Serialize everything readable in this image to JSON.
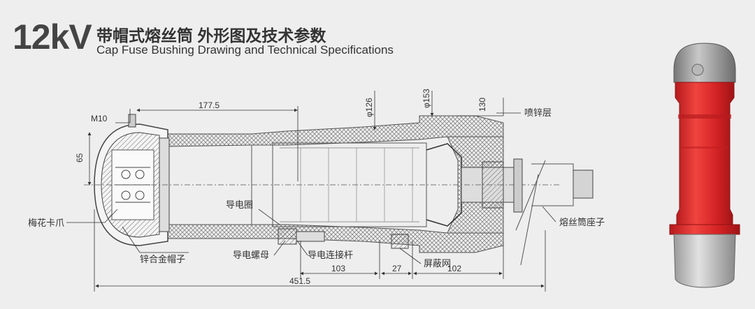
{
  "header": {
    "voltage": "12kV",
    "title_cn": "带帽式熔丝筒  外形图及技术参数",
    "title_en": "Cap Fuse Bushing Drawing and Technical Specifications"
  },
  "dimensions": {
    "m10": "M10",
    "d177": "177.5",
    "d65": "65",
    "phi126": "φ126",
    "phi153": "φ153",
    "d130": "130",
    "d103": "103",
    "d27": "27",
    "d102": "102",
    "total": "451.5"
  },
  "labels": {
    "zinc_layer": "喷锌层",
    "conductive_ring": "导电圈",
    "plum_clip": "梅花卡爪",
    "zinc_alloy_cap": "锌合金帽子",
    "conductive_nut": "导电螺母",
    "conductive_rod": "导电连接杆",
    "shield_net": "屏蔽网",
    "fuse_seat": "熔丝筒座子"
  },
  "colors": {
    "body_red": "#d8282b",
    "cap_grey": "#8f8f8f",
    "hatch": "#555555"
  }
}
